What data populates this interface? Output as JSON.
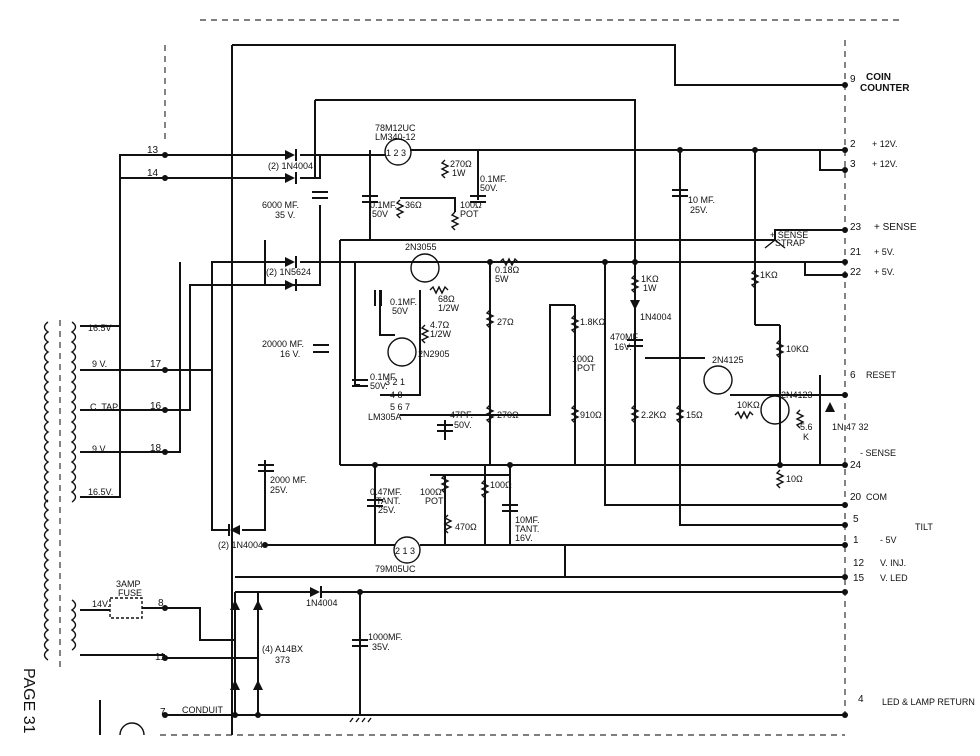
{
  "page": {
    "number": "PAGE 31"
  },
  "regulators": {
    "pos12_part": "78M12UC",
    "pos12_alt": "LM340-12",
    "pos12_pins": "1  2  3",
    "neg5_part": "79M05UC",
    "neg5_pins": "2  1  3"
  },
  "transistors": {
    "q_pass": "2N3055",
    "q_driver": "2N2905",
    "q_reset1": "2N4125",
    "q_reset2": "2N4123"
  },
  "ic": {
    "part": "LM305A",
    "pins_top": "3 2 1",
    "pins_mid": "4     8",
    "pins_bot": "5 6 7"
  },
  "diodes": {
    "top": "(2) 1N4004",
    "middle": "(2) 1N5624",
    "bottom": "(2) 1N4004",
    "led": "1N4004",
    "mid_vert": "1N4004",
    "bridge": "(4) A14BX",
    "bridge_num": "373",
    "zener": "1N 47 32"
  },
  "capacitors": {
    "c6000": "6000 MF.",
    "c6000_v": "35 V.",
    "c20000": "20000 MF.",
    "c20000_v": "16 V.",
    "c2000": "2000 MF.",
    "c2000_v": "25V.",
    "c01a": "0.1MF.",
    "c01a_v": "50V",
    "c01b": "0.1MF.",
    "c01b_v": "50V.",
    "c01c": "0.1MF.",
    "c01c_v": "50V",
    "c01d": "0.1MF.",
    "c01d_v": "50V.",
    "c10a": "10 MF.",
    "c10a_v": "25V.",
    "c470": "470MF.",
    "c470_v": "16V.",
    "c47pf": "47PF.",
    "c47pf_v": "50V.",
    "c047": "0.47MF.",
    "c047_t": "TANT.",
    "c047_v": "25V.",
    "c10b": "10MF.",
    "c10b_t": "TANT.",
    "c10b_v": "16V.",
    "c1000": "1000MF.",
    "c1000_v": "35V."
  },
  "resistors": {
    "r270a": "270Ω",
    "r270a_w": "1W",
    "r36": "36Ω",
    "r100pot": "100Ω",
    "r100pot_t": "POT",
    "r018": "0.18Ω",
    "r018_w": "5W",
    "r68": "68Ω",
    "r68_w": "1/2W",
    "r47": "4.7Ω",
    "r47_w": "1/2W",
    "r27": "27Ω",
    "r270b": "270Ω",
    "r18k": "1.8KΩ",
    "r100pot2": "100Ω",
    "r100pot2_t": "POT",
    "r910": "910Ω",
    "r1ka": "1KΩ",
    "r1ka_w": "1W",
    "r22k": "2.2KΩ",
    "r15": "15Ω",
    "r1kb": "1KΩ",
    "r10ka": "10KΩ",
    "r10kb": "10KΩ",
    "r56k": "5.6",
    "r56k_u": "K",
    "r10": "10Ω",
    "r100pot3": "100Ω",
    "r100pot3_t": "POT",
    "r100b": "100Ω",
    "r470": "470Ω"
  },
  "fuse": {
    "label1": "3AMP",
    "label2": "FUSE"
  },
  "transformer": {
    "t1": "16.5V",
    "t2": "9 V.",
    "t3": "C. TAP",
    "t4": "9 V.",
    "t5": "16.5V.",
    "t6": "14V."
  },
  "left_nodes": [
    "13",
    "14",
    "17",
    "16",
    "18",
    "8",
    "11",
    "7"
  ],
  "conduit": "CONDUIT",
  "sense_strap": {
    "l1": "+ SENSE",
    "l2": "STRAP"
  },
  "connector": [
    {
      "pin": "9",
      "label": "COIN"
    },
    {
      "pin": "",
      "label": "COUNTER"
    },
    {
      "pin": "2",
      "label": "+ 12V."
    },
    {
      "pin": "3",
      "label": "+ 12V."
    },
    {
      "pin": "23",
      "label": "+ SENSE"
    },
    {
      "pin": "21",
      "label": "+ 5V."
    },
    {
      "pin": "22",
      "label": "+ 5V."
    },
    {
      "pin": "6",
      "label": "RESET"
    },
    {
      "pin": "24",
      "label": "- SENSE"
    },
    {
      "pin": "20",
      "label": "COM"
    },
    {
      "pin": "5",
      "label": "TILT"
    },
    {
      "pin": "1",
      "label": "- 5V"
    },
    {
      "pin": "12",
      "label": "V. INJ."
    },
    {
      "pin": "15",
      "label": "V. LED"
    },
    {
      "pin": "4",
      "label": "LED & LAMP RETURN"
    }
  ]
}
